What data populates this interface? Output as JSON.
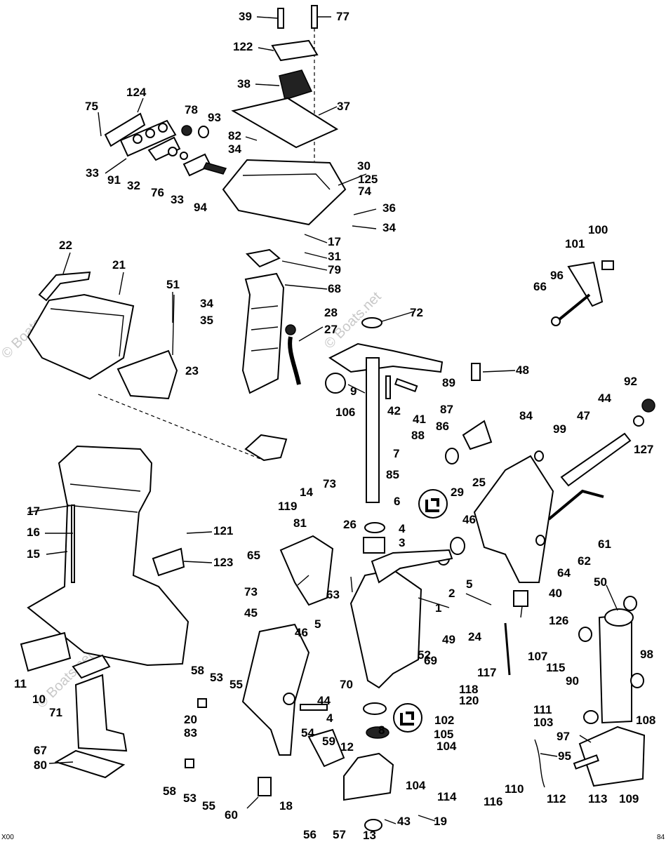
{
  "watermark": "© Boats.net",
  "corner_left": "X00",
  "corner_right": "84",
  "callouts": [
    "39",
    "77",
    "122",
    "38",
    "124",
    "75",
    "78",
    "93",
    "37",
    "82",
    "34",
    "33",
    "91",
    "32",
    "76",
    "33",
    "94",
    "30",
    "125",
    "74",
    "36",
    "34",
    "17",
    "31",
    "79",
    "68",
    "22",
    "21",
    "51",
    "100",
    "101",
    "96",
    "66",
    "34",
    "35",
    "28",
    "27",
    "72",
    "23",
    "48",
    "89",
    "9",
    "106",
    "42",
    "41",
    "92",
    "44",
    "47",
    "127",
    "87",
    "86",
    "84",
    "88",
    "99",
    "7",
    "85",
    "29",
    "25",
    "17",
    "16",
    "15",
    "14",
    "73",
    "119",
    "26",
    "6",
    "4",
    "3",
    "46",
    "62",
    "61",
    "64",
    "65",
    "81",
    "63",
    "73",
    "1",
    "2",
    "5",
    "45",
    "5",
    "46",
    "52",
    "49",
    "24",
    "40",
    "126",
    "50",
    "98",
    "121",
    "123",
    "58",
    "53",
    "55",
    "44",
    "70",
    "69",
    "117",
    "118",
    "107",
    "115",
    "90",
    "111",
    "103",
    "120",
    "102",
    "105",
    "104",
    "97",
    "108",
    "95",
    "20",
    "83",
    "54",
    "59",
    "4",
    "8",
    "12",
    "11",
    "10",
    "71",
    "67",
    "80",
    "58",
    "53",
    "55",
    "60",
    "18",
    "56",
    "57",
    "13",
    "43",
    "19",
    "104",
    "114",
    "116",
    "110",
    "112",
    "113",
    "109"
  ]
}
